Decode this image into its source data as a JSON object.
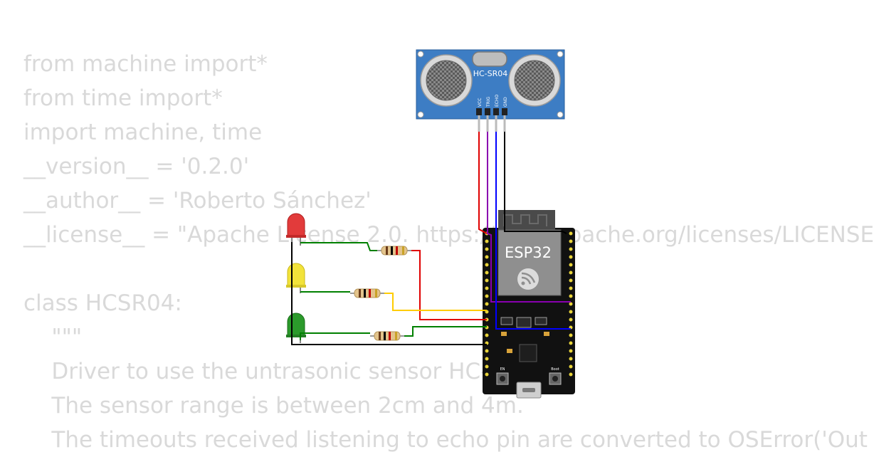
{
  "code_lines": [
    "from machine import*",
    "from time import*",
    "import machine, time",
    "__version__ = '0.2.0'",
    "__author__ = 'Roberto Sánchez'",
    "__license__ = \"Apache License 2.0. https://www.apache.org/licenses/LICENSE",
    "",
    "class HCSR04:",
    "    \"\"\"",
    "    Driver to use the untrasonic sensor HC-SR04.",
    "    The sensor range is between 2cm and 4m.",
    "    The timeouts received listening to echo pin are converted to OSError('Out"
  ],
  "sensor": {
    "label": "HC-SR04",
    "pins": [
      "VCC",
      "TRIG",
      "ECHO",
      "GND"
    ]
  },
  "board": {
    "label": "ESP32",
    "boot_label": "Boot",
    "en_label": "EN"
  },
  "leds": [
    {
      "name": "red-led",
      "color": "#e23b3b"
    },
    {
      "name": "yellow-led",
      "color": "#f2e33a"
    },
    {
      "name": "green-led",
      "color": "#2b9a2b"
    }
  ],
  "wire_colors": {
    "red": "#e00000",
    "purple": "#8a00b0",
    "blue": "#0000ff",
    "black": "#000000",
    "green": "#008000",
    "yellow": "#ffcc00"
  }
}
